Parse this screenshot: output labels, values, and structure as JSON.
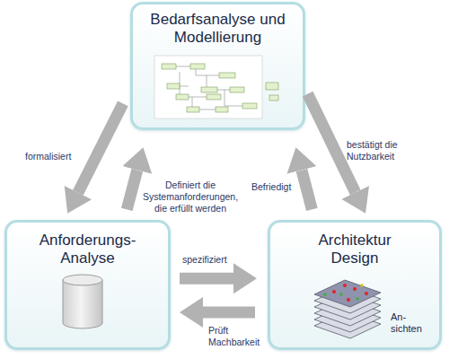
{
  "diagram": {
    "nodes": [
      {
        "text": [
          "Bedarfsanalyse und Modellierung"
        ]
      },
      {
        "text": [
          "Anforderungs- Analyse"
        ]
      },
      {
        "text": [
          "Architektur Design",
          "An- sichten"
        ]
      }
    ],
    "edges": [
      {
        "from": 0,
        "to": 1,
        "label": "formalisiert",
        "arrow": "to"
      },
      {
        "from": 1,
        "to": 0,
        "label": "Definiert die Systemanforderungen, die erfüllt werden",
        "arrow": "to"
      },
      {
        "from": 2,
        "to": 0,
        "label": "Befriedigt",
        "arrow": "to"
      },
      {
        "from": 0,
        "to": 2,
        "label": "bestätigt die Nutzbarkeit",
        "arrow": "to"
      },
      {
        "from": 1,
        "to": 2,
        "label": "spezifiziert",
        "arrow": "to"
      },
      {
        "from": 2,
        "to": 1,
        "label": "Prüft Machbarkeit",
        "arrow": "to"
      }
    ]
  }
}
